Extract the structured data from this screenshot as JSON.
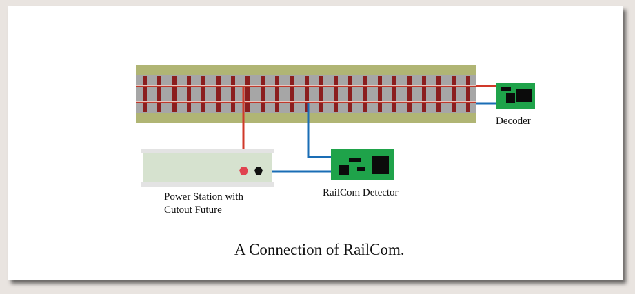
{
  "diagram": {
    "caption": "A Connection of RailCom.",
    "labels": {
      "decoder": "Decoder",
      "railcom_detector": "RailCom Detector",
      "power_station_line1": "Power Station with",
      "power_station_line2": "Cutout Future"
    },
    "colors": {
      "card_background": "#ffffff",
      "page_background": "#e9e4e0",
      "track_ballast": "#b0b574",
      "track_bed": "#a6a6a6",
      "sleeper": "#8b1e1e",
      "rail": "#c0392b",
      "pcb": "#1fa34a",
      "chip": "#0b0b0b",
      "wire_red": "#d0392a",
      "wire_blue": "#1a6db5",
      "power_station_body": "#d6e2cf",
      "power_station_trim": "#e3e3e3",
      "terminal_red": "#e0434f",
      "terminal_black": "#111111"
    },
    "track": {
      "sleeper_count": 23
    }
  }
}
